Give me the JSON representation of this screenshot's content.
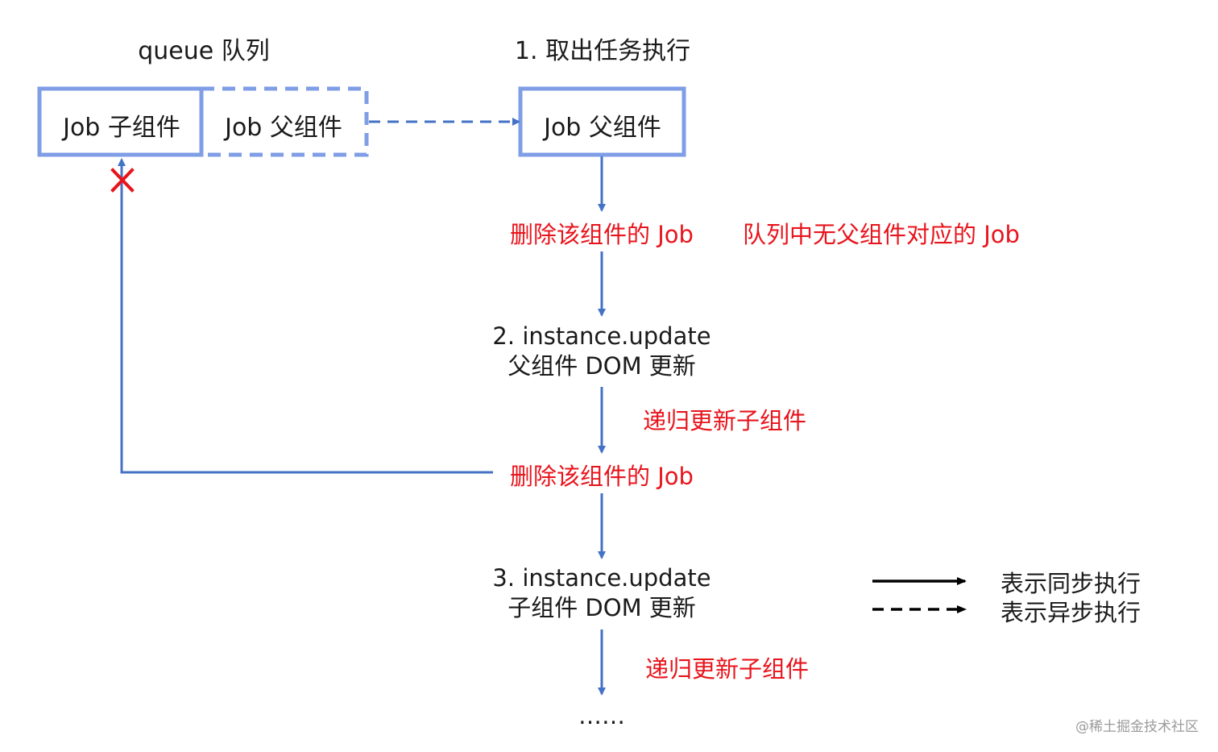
{
  "queue": {
    "title": "queue 队列",
    "jobs": [
      {
        "label": "Job 子组件",
        "style": "solid"
      },
      {
        "label": "Job 父组件",
        "style": "dashed"
      }
    ]
  },
  "step1": {
    "title": "1. 取出任务执行",
    "box_label": "Job 父组件"
  },
  "annotations": {
    "remove_job_1": "删除该组件的 Job",
    "no_parent_job": "队列中无父组件对应的 Job",
    "recursive_1": "递归更新子组件",
    "remove_job_2": "删除该组件的 Job",
    "recursive_2": "递归更新子组件"
  },
  "step2": {
    "line1": "2. instance.update",
    "line2": "父组件 DOM 更新"
  },
  "step3": {
    "line1": "3. instance.update",
    "line2": "子组件 DOM 更新"
  },
  "ellipsis": "……",
  "legend": {
    "sync": "表示同步执行",
    "async": "表示异步执行"
  },
  "watermark": "@稀土掘金技术社区",
  "colors": {
    "box_stroke": "#7f9ee6",
    "arrow": "#4472c4",
    "red": "#e8141c",
    "text": "#1a1a1a"
  }
}
